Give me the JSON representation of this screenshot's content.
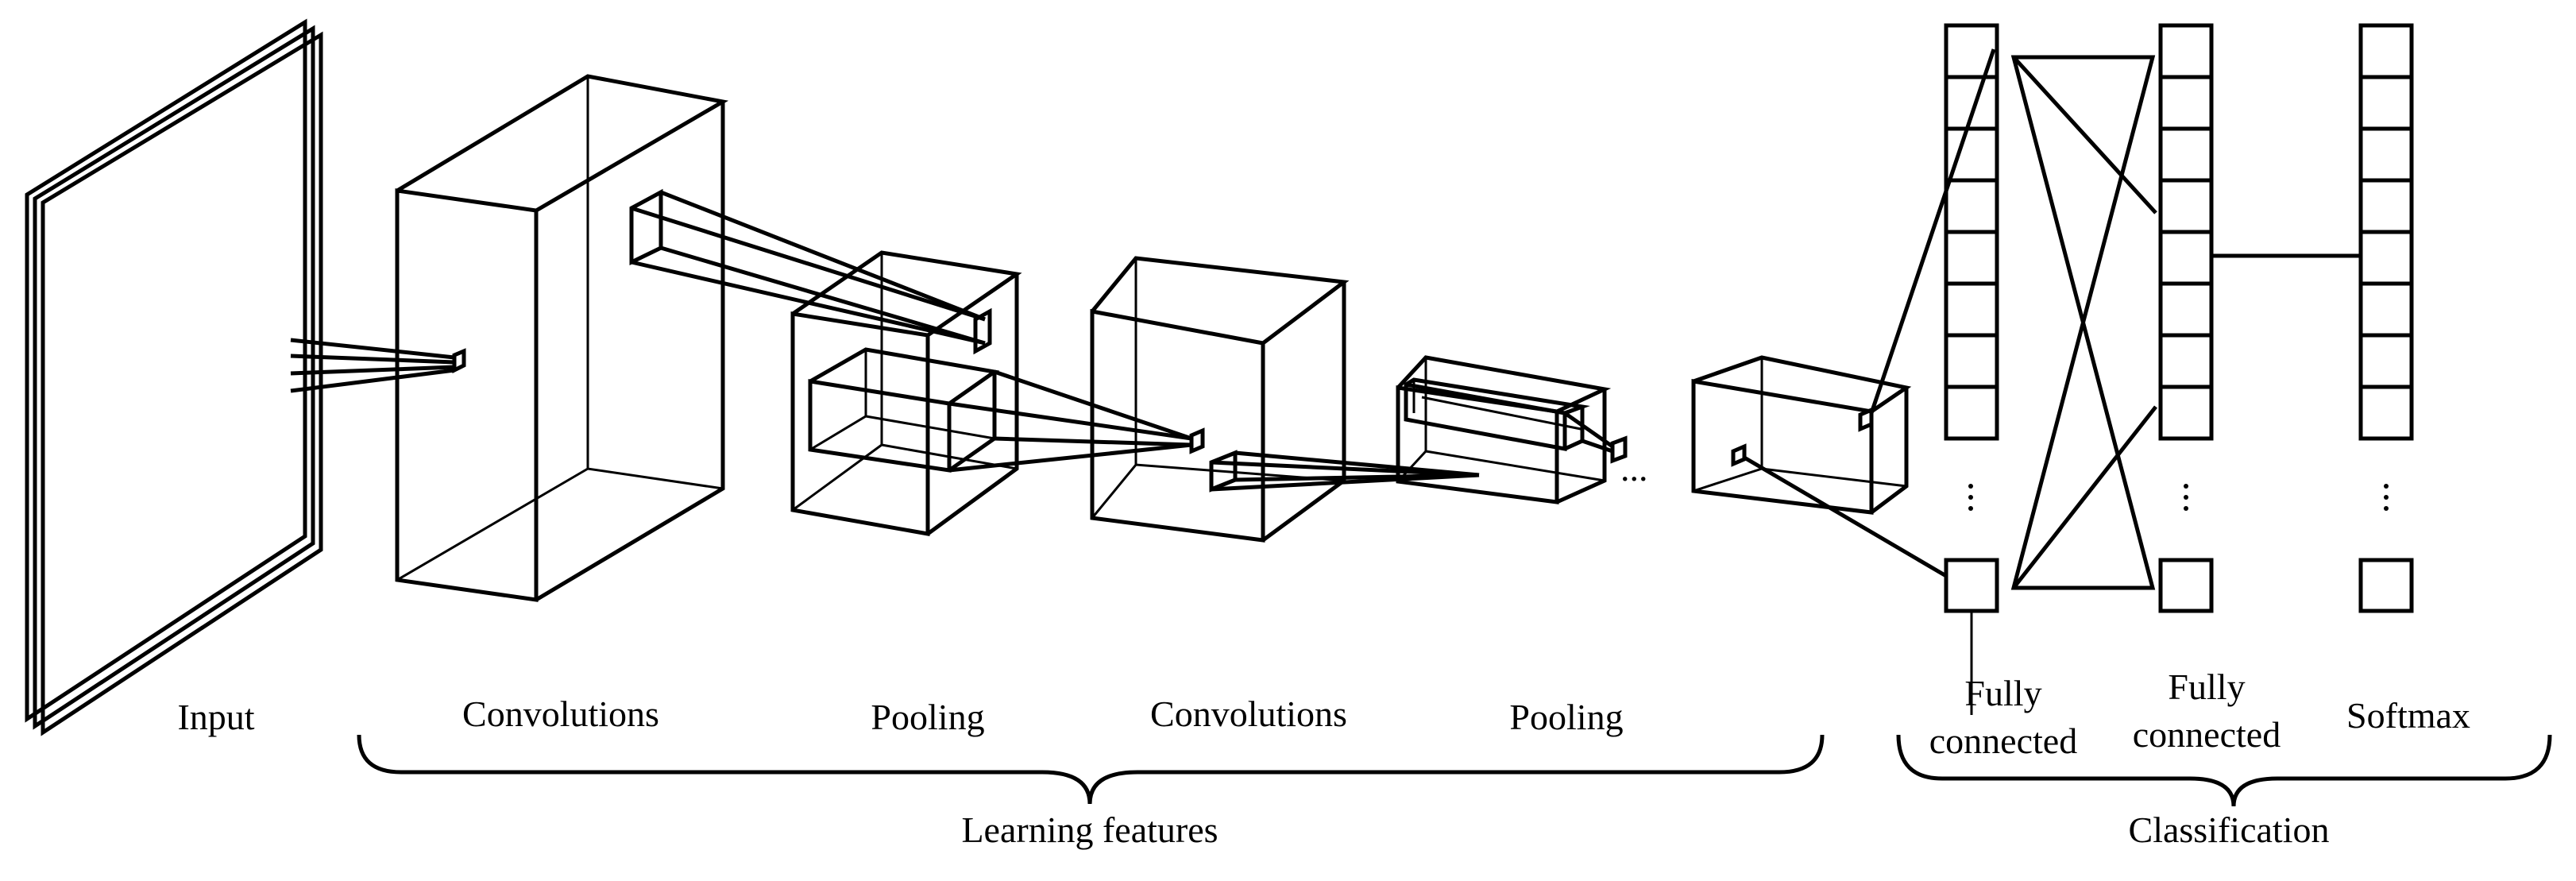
{
  "labels": {
    "input": "Input",
    "convolutions_1": "Convolutions",
    "pooling_1": "Pooling",
    "convolutions_2": "Convolutions",
    "pooling_2": "Pooling",
    "fc1_line1": "Fully",
    "fc1_line2": "connected",
    "fc2_line1": "Fully",
    "fc2_line2": "connected",
    "softmax": "Softmax",
    "learning_features": "Learning features",
    "classification": "Classification",
    "ellipsis": "..."
  },
  "colors": {
    "stroke": "#000000",
    "background": "#ffffff"
  }
}
